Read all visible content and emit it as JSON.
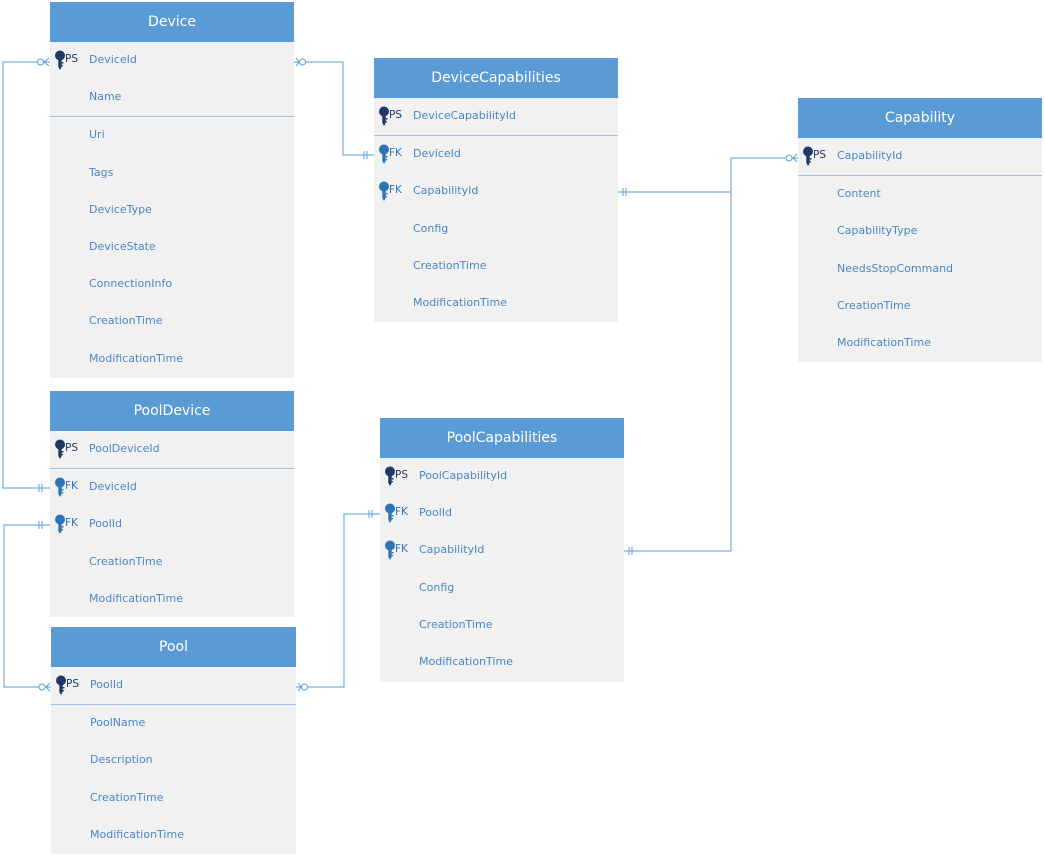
{
  "colors": {
    "header": "#5b9bd5",
    "body": "#f1f1f1",
    "field_text": "#4a86c5",
    "pk_key": "#1f3864",
    "fk_key": "#2e75b6",
    "connector": "#5b9bd5"
  },
  "icons": {
    "primary_key": "key-icon",
    "foreign_key": "key-icon"
  },
  "entities": [
    {
      "name": "Device",
      "fields": [
        {
          "key": "PS",
          "name": "DeviceId"
        },
        {
          "key": "",
          "name": "Name"
        },
        {
          "key": "",
          "name": "Uri"
        },
        {
          "key": "",
          "name": "Tags"
        },
        {
          "key": "",
          "name": "DeviceType"
        },
        {
          "key": "",
          "name": "DeviceState"
        },
        {
          "key": "",
          "name": "ConnectionInfo"
        },
        {
          "key": "",
          "name": "CreationTime"
        },
        {
          "key": "",
          "name": "ModificationTime"
        }
      ]
    },
    {
      "name": "DeviceCapabilities",
      "fields": [
        {
          "key": "PS",
          "name": "DeviceCapabilityId"
        },
        {
          "key": "FK",
          "name": "DeviceId"
        },
        {
          "key": "FK",
          "name": "CapabilityId"
        },
        {
          "key": "",
          "name": "Config"
        },
        {
          "key": "",
          "name": "CreationTime"
        },
        {
          "key": "",
          "name": "ModificationTime"
        }
      ]
    },
    {
      "name": "Capability",
      "fields": [
        {
          "key": "PS",
          "name": "CapabilityId"
        },
        {
          "key": "",
          "name": "Content"
        },
        {
          "key": "",
          "name": "CapabilityType"
        },
        {
          "key": "",
          "name": "NeedsStopCommand"
        },
        {
          "key": "",
          "name": "CreationTime"
        },
        {
          "key": "",
          "name": "ModificationTime"
        }
      ]
    },
    {
      "name": "PoolDevice",
      "fields": [
        {
          "key": "PS",
          "name": "PoolDeviceId"
        },
        {
          "key": "FK",
          "name": "DeviceId"
        },
        {
          "key": "FK",
          "name": "PoolId"
        },
        {
          "key": "",
          "name": "CreationTime"
        },
        {
          "key": "",
          "name": "ModificationTime"
        }
      ]
    },
    {
      "name": "PoolCapabilities",
      "fields": [
        {
          "key": "PS",
          "name": "PoolCapabilityId"
        },
        {
          "key": "FK",
          "name": "PoolId"
        },
        {
          "key": "FK",
          "name": "CapabilityId"
        },
        {
          "key": "",
          "name": "Config"
        },
        {
          "key": "",
          "name": "CreationTime"
        },
        {
          "key": "",
          "name": "ModificationTime"
        }
      ]
    },
    {
      "name": "Pool",
      "fields": [
        {
          "key": "PS",
          "name": "PoolId"
        },
        {
          "key": "",
          "name": "PoolName"
        },
        {
          "key": "",
          "name": "Description"
        },
        {
          "key": "",
          "name": "CreationTime"
        },
        {
          "key": "",
          "name": "ModificationTime"
        }
      ]
    }
  ],
  "relationships": [
    {
      "from": "Device.DeviceId",
      "to": "DeviceCapabilities.DeviceId",
      "cardinality": "one-to-many"
    },
    {
      "from": "Capability.CapabilityId",
      "to": "DeviceCapabilities.CapabilityId",
      "cardinality": "one-to-many"
    },
    {
      "from": "Capability.CapabilityId",
      "to": "PoolCapabilities.CapabilityId",
      "cardinality": "one-to-many"
    },
    {
      "from": "Device.DeviceId",
      "to": "PoolDevice.DeviceId",
      "cardinality": "one-to-many"
    },
    {
      "from": "Pool.PoolId",
      "to": "PoolDevice.PoolId",
      "cardinality": "one-to-many"
    },
    {
      "from": "Pool.PoolId",
      "to": "PoolCapabilities.PoolId",
      "cardinality": "one-to-many"
    }
  ]
}
